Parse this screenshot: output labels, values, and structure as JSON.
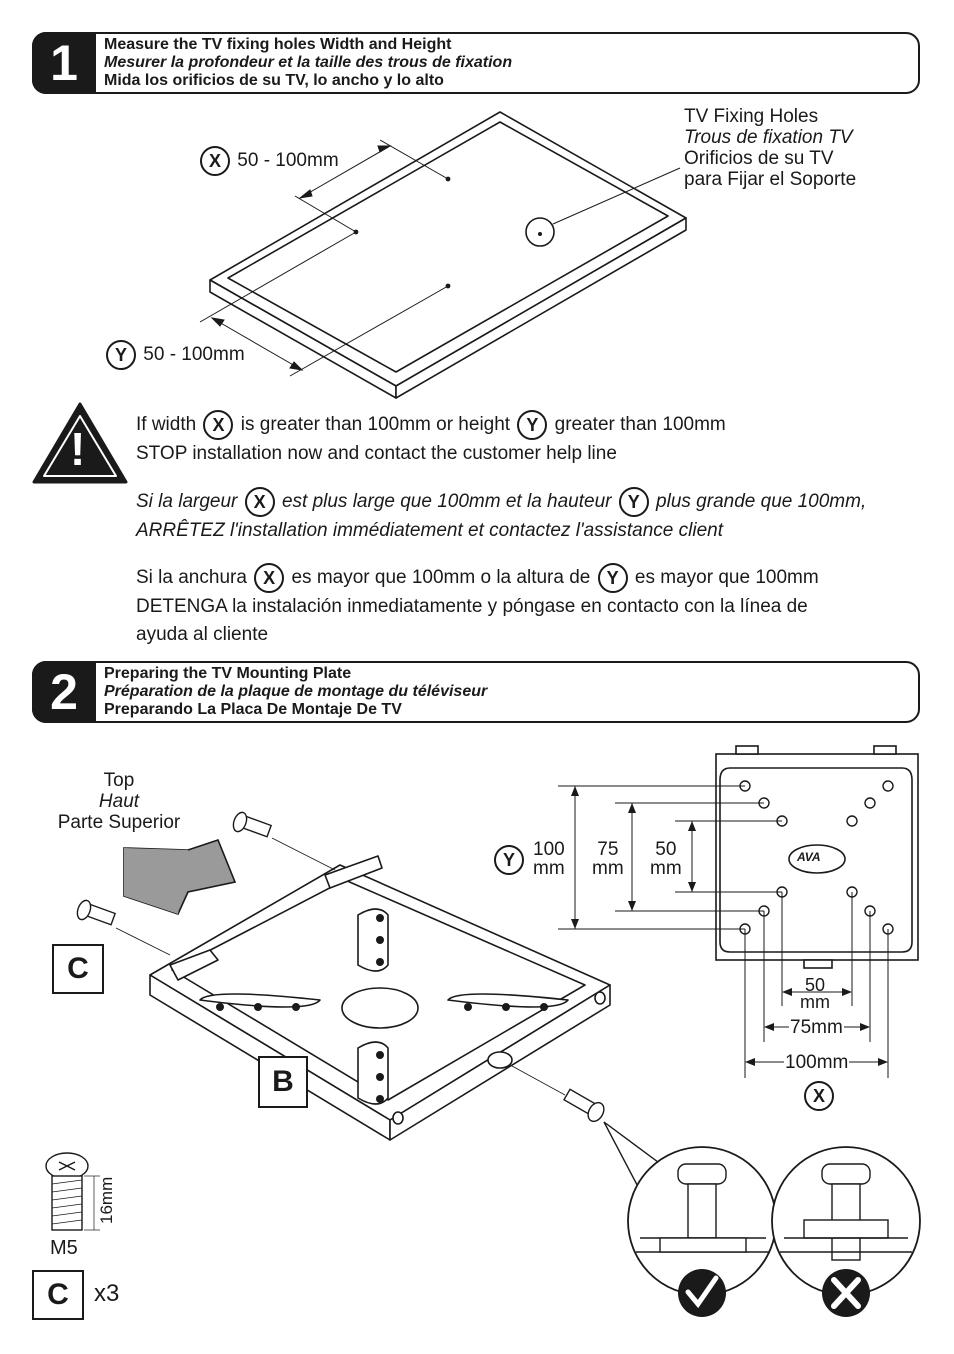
{
  "step1": {
    "number": "1",
    "line_en": "Measure the TV fixing holes Width and Height",
    "line_fr": "Mesurer la profondeur et la taille des trous de fixation",
    "line_es": "Mida los orificios de su TV, lo ancho y lo alto"
  },
  "diagram1": {
    "x_marker": "X",
    "x_range": "50 - 100mm",
    "y_marker": "Y",
    "y_range": "50 - 100mm",
    "holes_en": "TV Fixing Holes",
    "holes_fr": "Trous de fixation TV",
    "holes_es1": "Orificios de su TV",
    "holes_es2": "para Fijar el Soporte"
  },
  "warning": {
    "icon_mark": "!",
    "en_l1_a": "If width",
    "en_l1_b": "is greater than 100mm or height",
    "en_l1_c": "greater than 100mm",
    "en_l2": "STOP installation now and contact the customer help line",
    "fr_l1_a": "Si la largeur",
    "fr_l1_b": "est plus large que 100mm et la hauteur",
    "fr_l1_c": "plus grande que 100mm,",
    "fr_l2": "ARRÊTEZ l'installation immédiatement et contactez l'assistance client",
    "es_l1_a": "Si la anchura",
    "es_l1_b": "es mayor que 100mm o la altura de",
    "es_l1_c": "es mayor que 100mm",
    "es_l2": "DETENGA la instalación inmediatamente y póngase en contacto con la línea de",
    "es_l3": "ayuda al cliente",
    "x": "X",
    "y": "Y"
  },
  "step2": {
    "number": "2",
    "line_en": "Preparing the TV Mounting Plate",
    "line_fr": "Préparation de la plaque de montage du téléviseur",
    "line_es": "Preparando La Placa De Montaje De TV"
  },
  "diagram2": {
    "top_en": "Top",
    "top_fr": "Haut",
    "top_es": "Parte Superior",
    "part_c": "C",
    "part_b": "B",
    "logo": "AVA",
    "dim_y": "Y",
    "dim_100": "100",
    "dim_75": "75",
    "dim_50": "50",
    "dim_mm": "mm",
    "dim_x": "X",
    "w50_a": "50",
    "w50_b": "mm",
    "w75": "75mm",
    "w100": "100mm",
    "screw_len": "16mm",
    "screw_type": "M5",
    "qty_part": "C",
    "qty": "x3"
  }
}
